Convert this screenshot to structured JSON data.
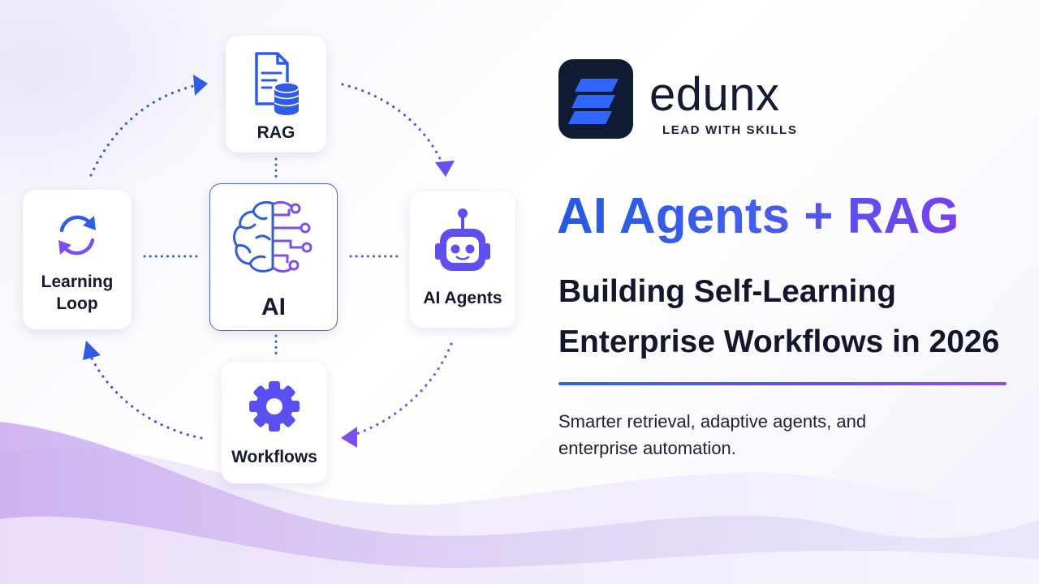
{
  "brand": {
    "name": "edunx",
    "tagline": "LEAD WITH SKILLS",
    "logo_color": "#0f1a33",
    "logo_accent": "#2f66ff"
  },
  "headline": "AI Agents + RAG",
  "subtitle_lines": [
    "Building Self-Learning",
    "Enterprise Workflows in 2026"
  ],
  "tagline_lines": [
    "Smarter retrieval, adaptive agents, and",
    "enterprise automation."
  ],
  "diagram": {
    "nodes": {
      "rag": {
        "label": "RAG",
        "icon": "document-database-icon"
      },
      "learning_loop": {
        "label_lines": [
          "Learning",
          "Loop"
        ],
        "icon": "refresh-cycle-icon"
      },
      "ai": {
        "label": "AI",
        "icon": "brain-circuit-icon"
      },
      "agents": {
        "label": "AI Agents",
        "icon": "robot-icon"
      },
      "workflows": {
        "label": "Workflows",
        "icon": "gear-icon"
      }
    }
  },
  "colors": {
    "blue": "#2f5ce6",
    "purple": "#7b4ff0",
    "navy": "#141a33"
  }
}
